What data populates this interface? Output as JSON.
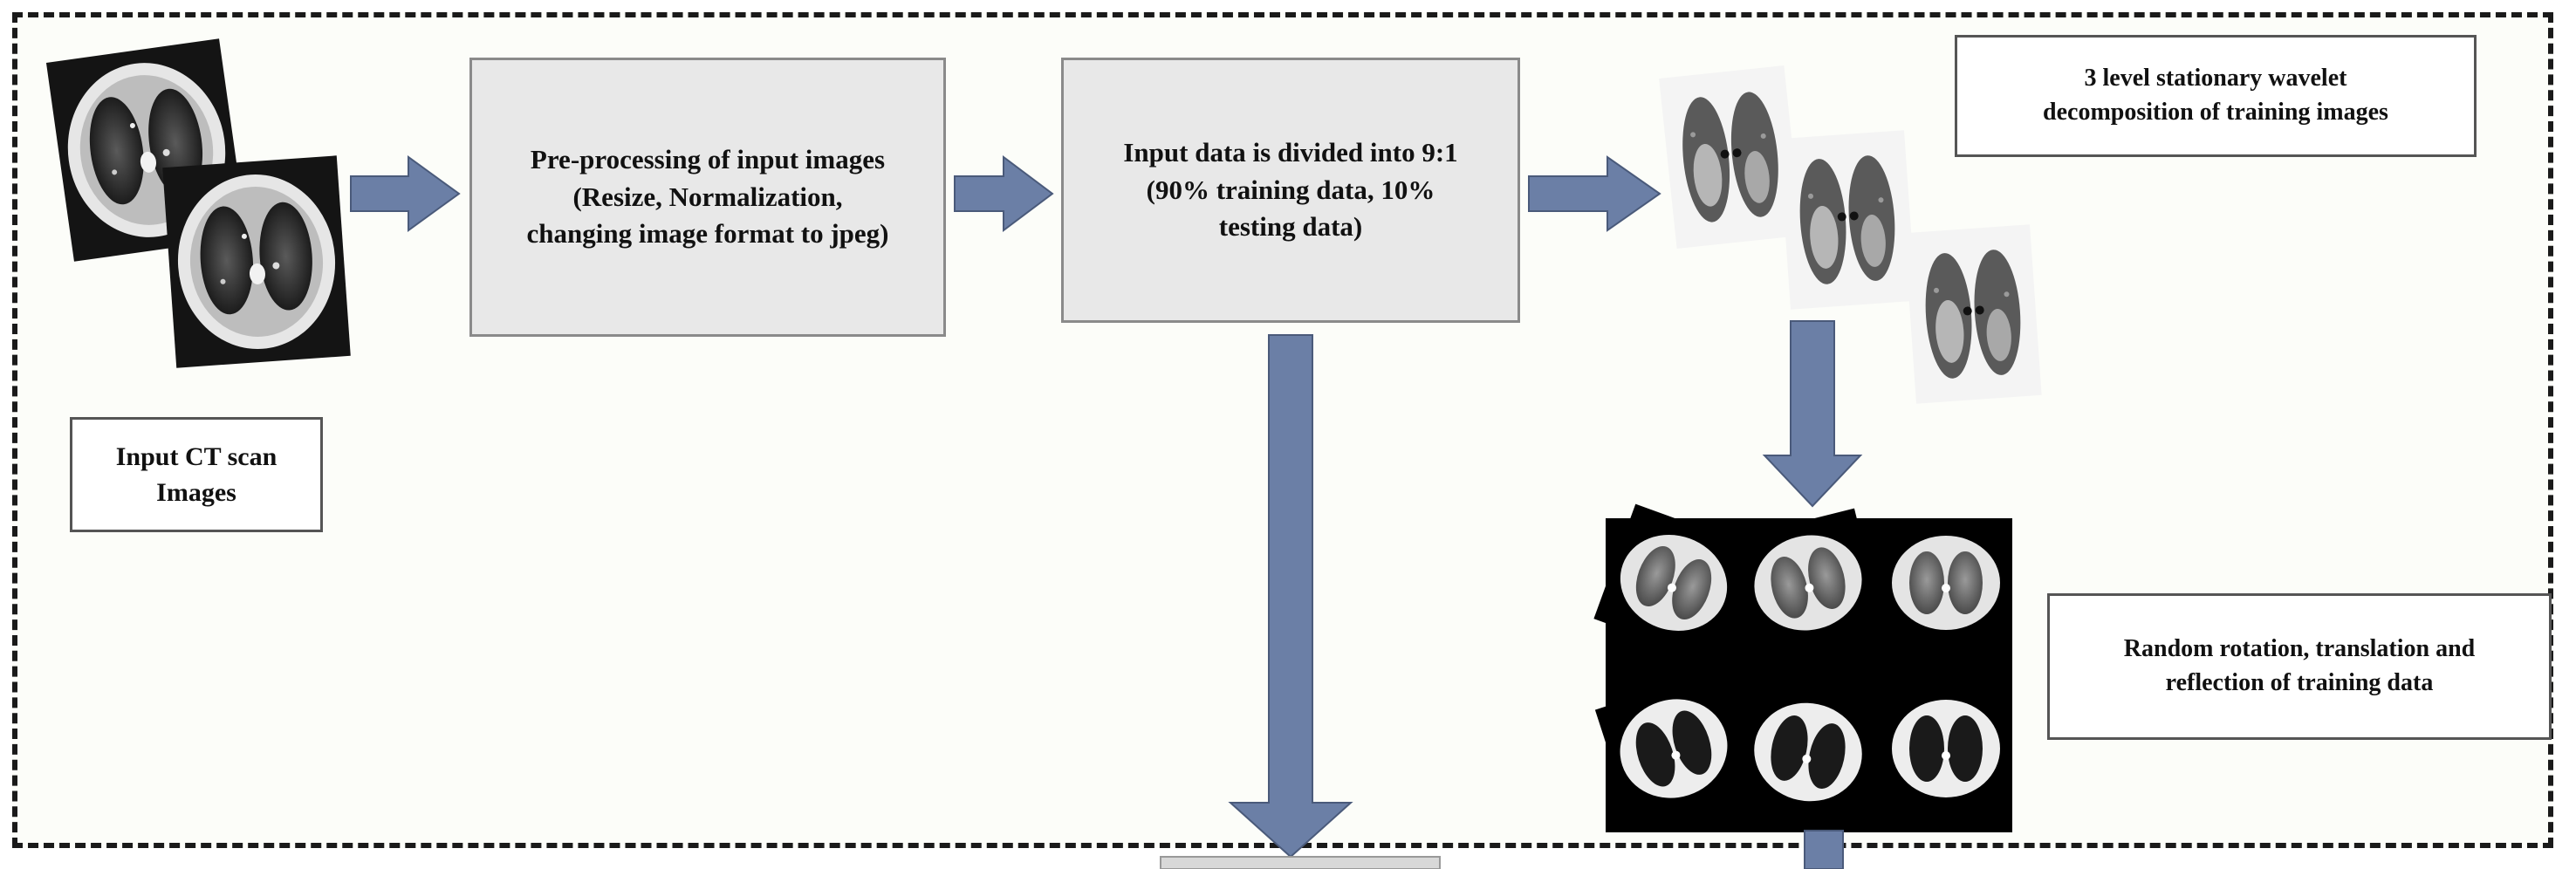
{
  "diagram": {
    "colors": {
      "arrow": "#6b7fa6",
      "frame": "#1a1a1a",
      "box_fill": "#e8e8e8"
    },
    "labels": {
      "input_ct": "Input CT scan\nImages",
      "preprocessing": "Pre-processing of input images\n(Resize, Normalization,\nchanging image format to jpeg)",
      "division": "Input data is divided into 9:1\n(90% training data, 10%\ntesting data)",
      "wavelet": "3 level stationary wavelet\ndecomposition of training images",
      "augmentation": "Random rotation, translation and\nreflection of training data"
    },
    "images": {
      "input_ct_scans": "ct-scan-image",
      "wavelet_outputs": "wavelet-decomposed-ct-image",
      "augmented_grid": "augmented-ct-image"
    }
  }
}
